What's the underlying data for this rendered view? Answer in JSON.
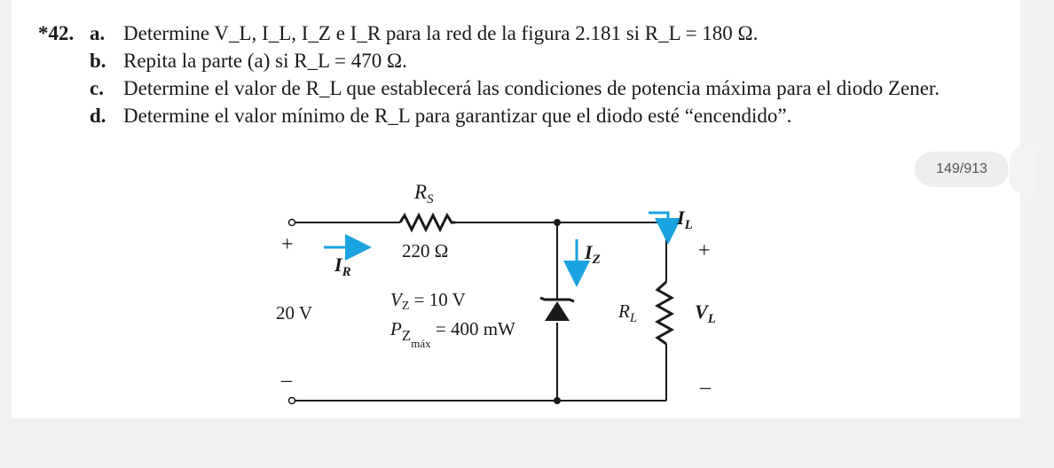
{
  "problem": {
    "number": "*42.",
    "parts": [
      {
        "letter": "a.",
        "text": "Determine V_L, I_L, I_Z e I_R para la red de la figura 2.181 si R_L = 180 Ω."
      },
      {
        "letter": "b.",
        "text": "Repita la parte (a) si R_L = 470 Ω."
      },
      {
        "letter": "c.",
        "text": "Determine el valor de R_L que establecerá las condiciones de potencia máxima para el diodo Zener."
      },
      {
        "letter": "d.",
        "text": "Determine el valor mínimo de R_L para garantizar que el diodo esté “encendido”."
      }
    ]
  },
  "page_indicator": "149/913",
  "circuit": {
    "rs_label": "R",
    "rs_sub": "S",
    "rs_value": "220 Ω",
    "source_value": "20 V",
    "plus": "+",
    "minus": "–",
    "ir_label": "I",
    "ir_sub": "R",
    "vz_main": "V",
    "vz_sub": "Z",
    "vz_value": " = 10 V",
    "pz_main": "P",
    "pz_sub": "Z",
    "pz_subsub": "máx",
    "pz_value": " = 400 mW",
    "iz_label": "I",
    "iz_sub": "Z",
    "il_label": "I",
    "il_sub": "L",
    "rl_label": "R",
    "rl_sub": "L",
    "vl_label": "V",
    "vl_sub": "L",
    "colors": {
      "arrow": "#1aa3e0",
      "wire": "#1a1a1a"
    }
  }
}
